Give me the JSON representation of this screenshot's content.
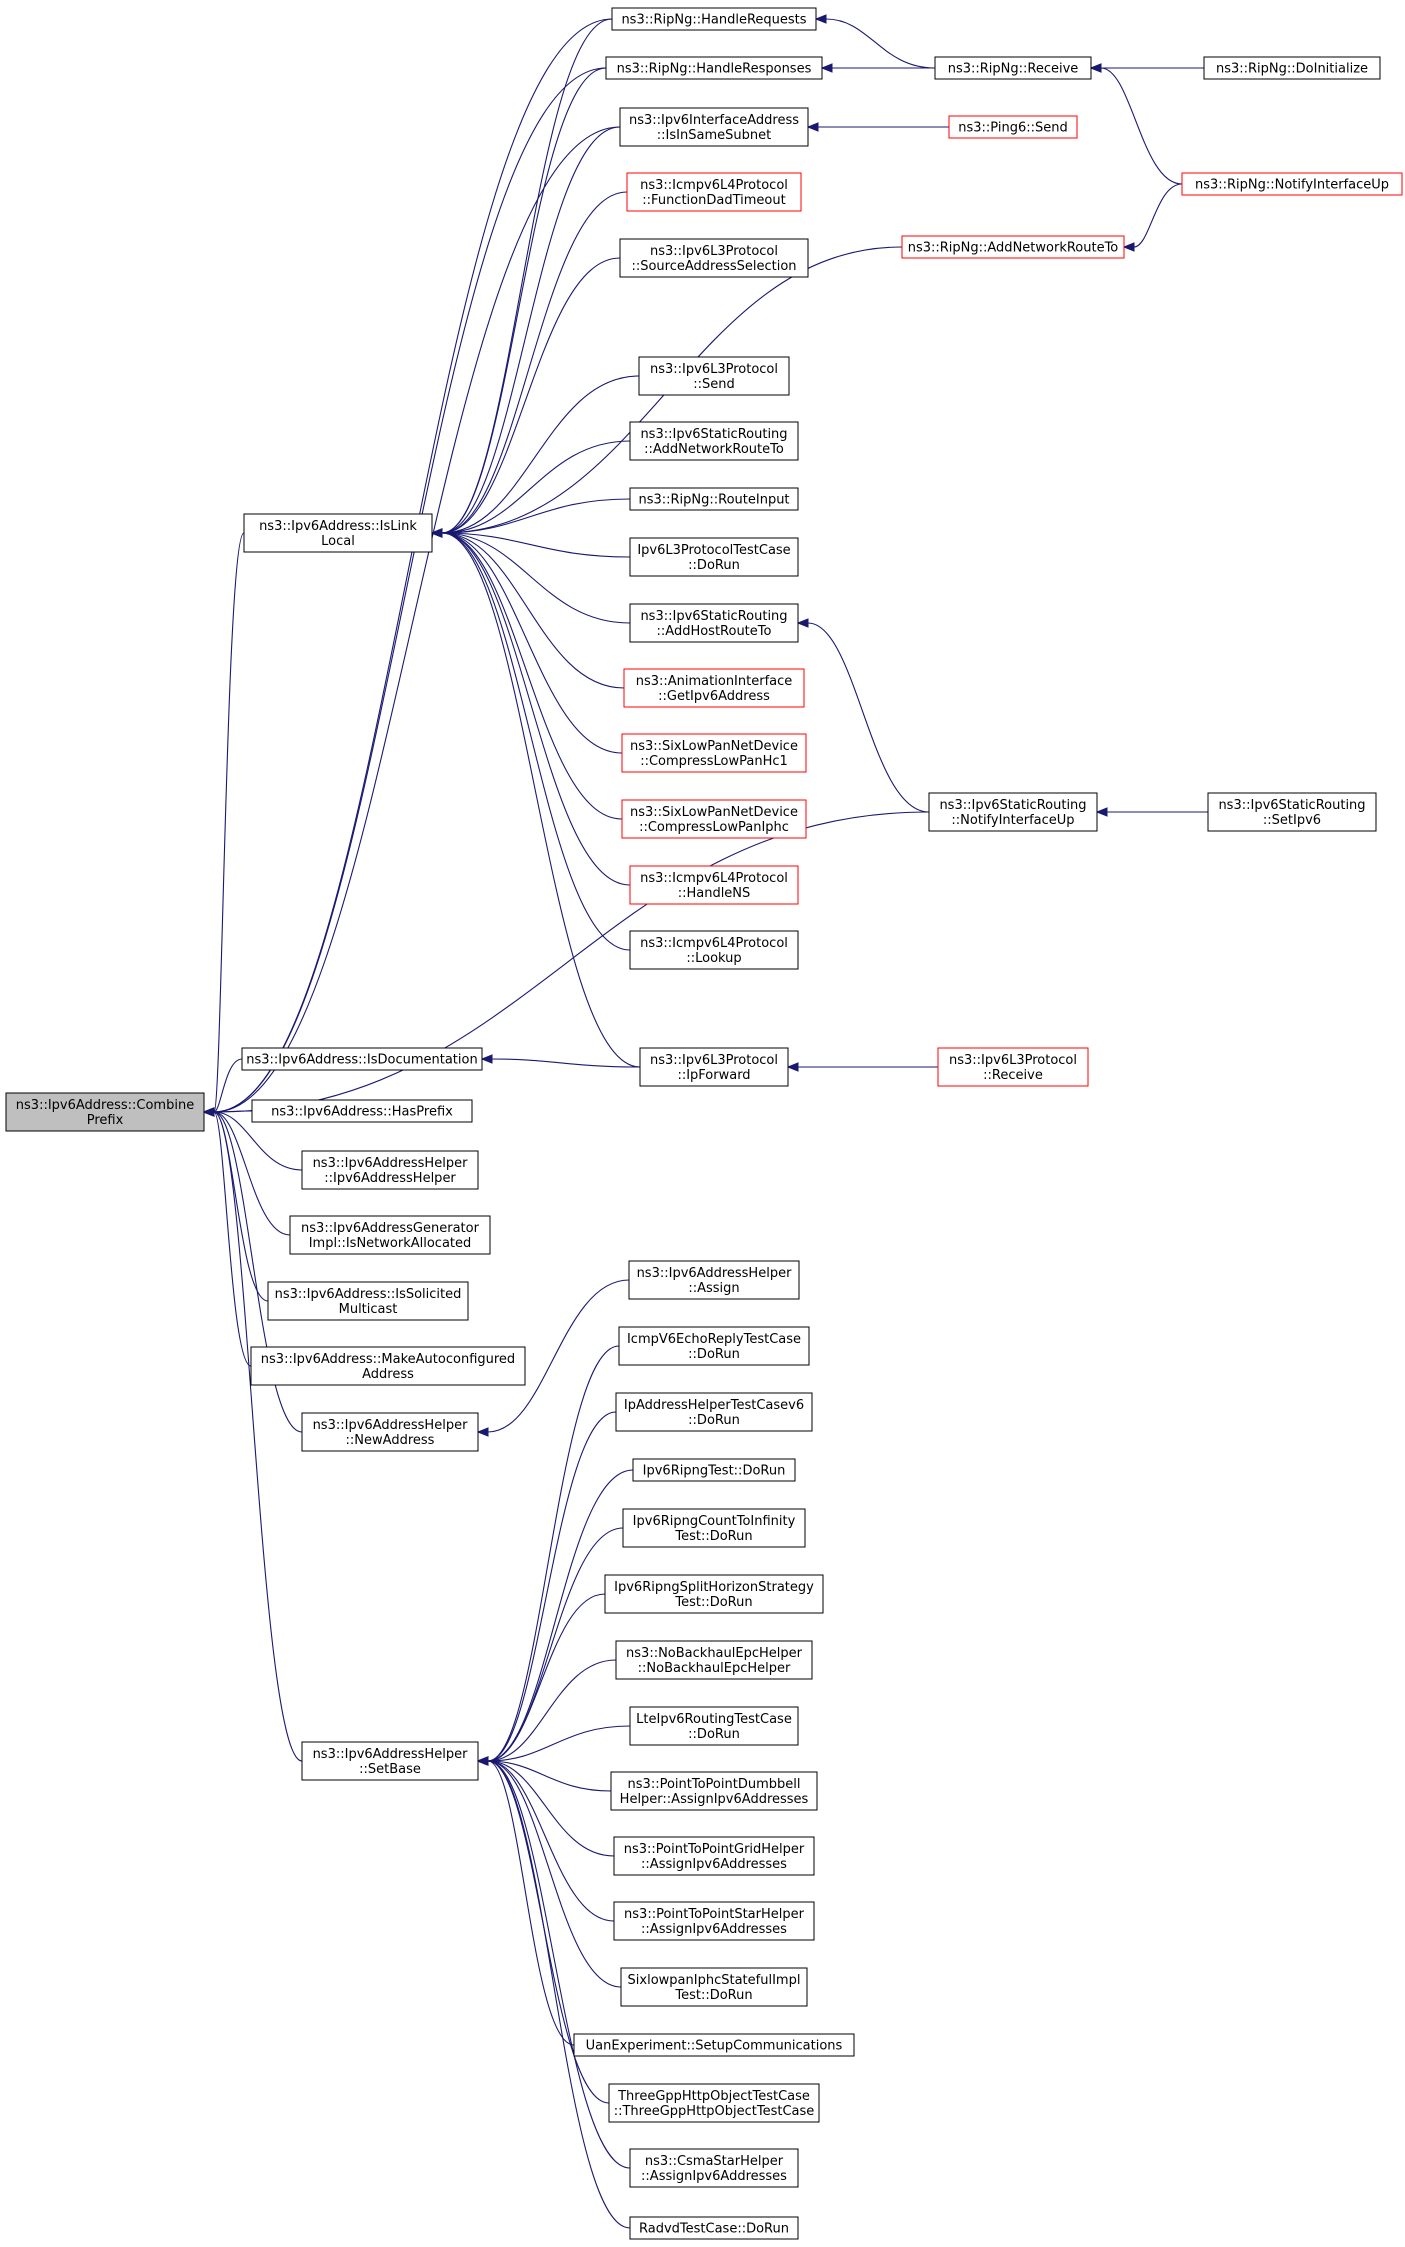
{
  "graph": {
    "colors": {
      "edge": "#191970",
      "normal_border": "#000000",
      "red_border": "#ff0000",
      "root_fill": "#bfbfbf"
    },
    "nodes": [
      {
        "id": "root",
        "lines": [
          "ns3::Ipv6Address::Combine",
          "Prefix"
        ],
        "style": "root"
      },
      {
        "id": "islinklocal",
        "lines": [
          "ns3::Ipv6Address::IsLink",
          "Local"
        ],
        "style": "normal"
      },
      {
        "id": "isdoc",
        "lines": [
          "ns3::Ipv6Address::IsDocumentation"
        ],
        "style": "normal"
      },
      {
        "id": "hasprefix",
        "lines": [
          "ns3::Ipv6Address::HasPrefix"
        ],
        "style": "normal"
      },
      {
        "id": "addrhelper_ctor",
        "lines": [
          "ns3::Ipv6AddressHelper",
          "::Ipv6AddressHelper"
        ],
        "style": "normal"
      },
      {
        "id": "gen_isnet",
        "lines": [
          "ns3::Ipv6AddressGenerator",
          "Impl::IsNetworkAllocated"
        ],
        "style": "normal"
      },
      {
        "id": "issolicited",
        "lines": [
          "ns3::Ipv6Address::IsSolicited",
          "Multicast"
        ],
        "style": "normal"
      },
      {
        "id": "makeauto",
        "lines": [
          "ns3::Ipv6Address::MakeAutoconfigured",
          "Address"
        ],
        "style": "normal"
      },
      {
        "id": "newaddress",
        "lines": [
          "ns3::Ipv6AddressHelper",
          "::NewAddress"
        ],
        "style": "normal"
      },
      {
        "id": "setbase",
        "lines": [
          "ns3::Ipv6AddressHelper",
          "::SetBase"
        ],
        "style": "normal"
      },
      {
        "id": "handlerequests",
        "lines": [
          "ns3::RipNg::HandleRequests"
        ],
        "style": "normal"
      },
      {
        "id": "handleresponses",
        "lines": [
          "ns3::RipNg::HandleResponses"
        ],
        "style": "normal"
      },
      {
        "id": "isinsamesubnet",
        "lines": [
          "ns3::Ipv6InterfaceAddress",
          "::IsInSameSubnet"
        ],
        "style": "normal"
      },
      {
        "id": "funcdad",
        "lines": [
          "ns3::Icmpv6L4Protocol",
          "::FunctionDadTimeout"
        ],
        "style": "red"
      },
      {
        "id": "srcaddrsel",
        "lines": [
          "ns3::Ipv6L3Protocol",
          "::SourceAddressSelection"
        ],
        "style": "normal"
      },
      {
        "id": "l3send",
        "lines": [
          "ns3::Ipv6L3Protocol",
          "::Send"
        ],
        "style": "normal"
      },
      {
        "id": "static_addnet",
        "lines": [
          "ns3::Ipv6StaticRouting",
          "::AddNetworkRouteTo"
        ],
        "style": "normal"
      },
      {
        "id": "routeinput",
        "lines": [
          "ns3::RipNg::RouteInput"
        ],
        "style": "normal"
      },
      {
        "id": "l3test",
        "lines": [
          "Ipv6L3ProtocolTestCase",
          "::DoRun"
        ],
        "style": "normal"
      },
      {
        "id": "addhost",
        "lines": [
          "ns3::Ipv6StaticRouting",
          "::AddHostRouteTo"
        ],
        "style": "normal"
      },
      {
        "id": "anim",
        "lines": [
          "ns3::AnimationInterface",
          "::GetIpv6Address"
        ],
        "style": "red"
      },
      {
        "id": "hc1",
        "lines": [
          "ns3::SixLowPanNetDevice",
          "::CompressLowPanHc1"
        ],
        "style": "red"
      },
      {
        "id": "iphc",
        "lines": [
          "ns3::SixLowPanNetDevice",
          "::CompressLowPanIphc"
        ],
        "style": "red"
      },
      {
        "id": "handlens",
        "lines": [
          "ns3::Icmpv6L4Protocol",
          "::HandleNS"
        ],
        "style": "red"
      },
      {
        "id": "lookup",
        "lines": [
          "ns3::Icmpv6L4Protocol",
          "::Lookup"
        ],
        "style": "normal"
      },
      {
        "id": "ipforward",
        "lines": [
          "ns3::Ipv6L3Protocol",
          "::IpForward"
        ],
        "style": "normal"
      },
      {
        "id": "ripreceive",
        "lines": [
          "ns3::RipNg::Receive"
        ],
        "style": "normal"
      },
      {
        "id": "ping6",
        "lines": [
          "ns3::Ping6::Send"
        ],
        "style": "red"
      },
      {
        "id": "ripaddnet",
        "lines": [
          "ns3::RipNg::AddNetworkRouteTo"
        ],
        "style": "red"
      },
      {
        "id": "notifyup",
        "lines": [
          "ns3::Ipv6StaticRouting",
          "::NotifyInterfaceUp"
        ],
        "style": "normal"
      },
      {
        "id": "l3receive",
        "lines": [
          "ns3::Ipv6L3Protocol",
          "::Receive"
        ],
        "style": "red"
      },
      {
        "id": "ripinit",
        "lines": [
          "ns3::RipNg::DoInitialize"
        ],
        "style": "normal"
      },
      {
        "id": "ripnotify",
        "lines": [
          "ns3::RipNg::NotifyInterfaceUp"
        ],
        "style": "red"
      },
      {
        "id": "setipv6",
        "lines": [
          "ns3::Ipv6StaticRouting",
          "::SetIpv6"
        ],
        "style": "normal"
      },
      {
        "id": "assign",
        "lines": [
          "ns3::Ipv6AddressHelper",
          "::Assign"
        ],
        "style": "normal"
      },
      {
        "id": "icmpecho",
        "lines": [
          "IcmpV6EchoReplyTestCase",
          "::DoRun"
        ],
        "style": "normal"
      },
      {
        "id": "iphelpertest",
        "lines": [
          "IpAddressHelperTestCasev6",
          "::DoRun"
        ],
        "style": "normal"
      },
      {
        "id": "ripngtest",
        "lines": [
          "Ipv6RipngTest::DoRun"
        ],
        "style": "normal"
      },
      {
        "id": "countinf",
        "lines": [
          "Ipv6RipngCountToInfinity",
          "Test::DoRun"
        ],
        "style": "normal"
      },
      {
        "id": "splithorizon",
        "lines": [
          "Ipv6RipngSplitHorizonStrategy",
          "Test::DoRun"
        ],
        "style": "normal"
      },
      {
        "id": "nobackhaul",
        "lines": [
          "ns3::NoBackhaulEpcHelper",
          "::NoBackhaulEpcHelper"
        ],
        "style": "normal"
      },
      {
        "id": "lteipv6",
        "lines": [
          "LteIpv6RoutingTestCase",
          "::DoRun"
        ],
        "style": "normal"
      },
      {
        "id": "dumbbell",
        "lines": [
          "ns3::PointToPointDumbbell",
          "Helper::AssignIpv6Addresses"
        ],
        "style": "normal"
      },
      {
        "id": "grid",
        "lines": [
          "ns3::PointToPointGridHelper",
          "::AssignIpv6Addresses"
        ],
        "style": "normal"
      },
      {
        "id": "star",
        "lines": [
          "ns3::PointToPointStarHelper",
          "::AssignIpv6Addresses"
        ],
        "style": "normal"
      },
      {
        "id": "sixlowpantest",
        "lines": [
          "SixlowpanIphcStatefulImpl",
          "Test::DoRun"
        ],
        "style": "normal"
      },
      {
        "id": "uan",
        "lines": [
          "UanExperiment::SetupCommunications"
        ],
        "style": "normal"
      },
      {
        "id": "http",
        "lines": [
          "ThreeGppHttpObjectTestCase",
          "::ThreeGppHttpObjectTestCase"
        ],
        "style": "normal"
      },
      {
        "id": "csmastar",
        "lines": [
          "ns3::CsmaStarHelper",
          "::AssignIpv6Addresses"
        ],
        "style": "normal"
      },
      {
        "id": "radvd",
        "lines": [
          "RadvdTestCase::DoRun"
        ],
        "style": "normal"
      }
    ],
    "edges": [
      [
        "root",
        "islinklocal"
      ],
      [
        "root",
        "isdoc"
      ],
      [
        "root",
        "hasprefix"
      ],
      [
        "root",
        "addrhelper_ctor"
      ],
      [
        "root",
        "gen_isnet"
      ],
      [
        "root",
        "issolicited"
      ],
      [
        "root",
        "makeauto"
      ],
      [
        "root",
        "newaddress"
      ],
      [
        "root",
        "setbase"
      ],
      [
        "root",
        "handlerequests"
      ],
      [
        "root",
        "handleresponses"
      ],
      [
        "root",
        "isinsamesubnet"
      ],
      [
        "root",
        "notifyup"
      ],
      [
        "islinklocal",
        "handlerequests"
      ],
      [
        "islinklocal",
        "handleresponses"
      ],
      [
        "islinklocal",
        "isinsamesubnet"
      ],
      [
        "islinklocal",
        "funcdad"
      ],
      [
        "islinklocal",
        "srcaddrsel"
      ],
      [
        "islinklocal",
        "ripaddnet"
      ],
      [
        "islinklocal",
        "l3send"
      ],
      [
        "islinklocal",
        "static_addnet"
      ],
      [
        "islinklocal",
        "routeinput"
      ],
      [
        "islinklocal",
        "l3test"
      ],
      [
        "islinklocal",
        "addhost"
      ],
      [
        "islinklocal",
        "anim"
      ],
      [
        "islinklocal",
        "hc1"
      ],
      [
        "islinklocal",
        "iphc"
      ],
      [
        "islinklocal",
        "handlens"
      ],
      [
        "islinklocal",
        "lookup"
      ],
      [
        "islinklocal",
        "ipforward"
      ],
      [
        "isdoc",
        "ipforward"
      ],
      [
        "ipforward",
        "l3receive"
      ],
      [
        "handlerequests",
        "ripreceive"
      ],
      [
        "handleresponses",
        "ripreceive"
      ],
      [
        "ripreceive",
        "ripinit"
      ],
      [
        "ripreceive",
        "ripnotify"
      ],
      [
        "isinsamesubnet",
        "ping6"
      ],
      [
        "ripaddnet",
        "ripnotify"
      ],
      [
        "addhost",
        "notifyup"
      ],
      [
        "notifyup",
        "setipv6"
      ],
      [
        "newaddress",
        "assign"
      ],
      [
        "setbase",
        "icmpecho"
      ],
      [
        "setbase",
        "iphelpertest"
      ],
      [
        "setbase",
        "ripngtest"
      ],
      [
        "setbase",
        "countinf"
      ],
      [
        "setbase",
        "splithorizon"
      ],
      [
        "setbase",
        "nobackhaul"
      ],
      [
        "setbase",
        "lteipv6"
      ],
      [
        "setbase",
        "dumbbell"
      ],
      [
        "setbase",
        "grid"
      ],
      [
        "setbase",
        "star"
      ],
      [
        "setbase",
        "sixlowpantest"
      ],
      [
        "setbase",
        "uan"
      ],
      [
        "setbase",
        "http"
      ],
      [
        "setbase",
        "csmastar"
      ],
      [
        "setbase",
        "radvd"
      ]
    ]
  }
}
